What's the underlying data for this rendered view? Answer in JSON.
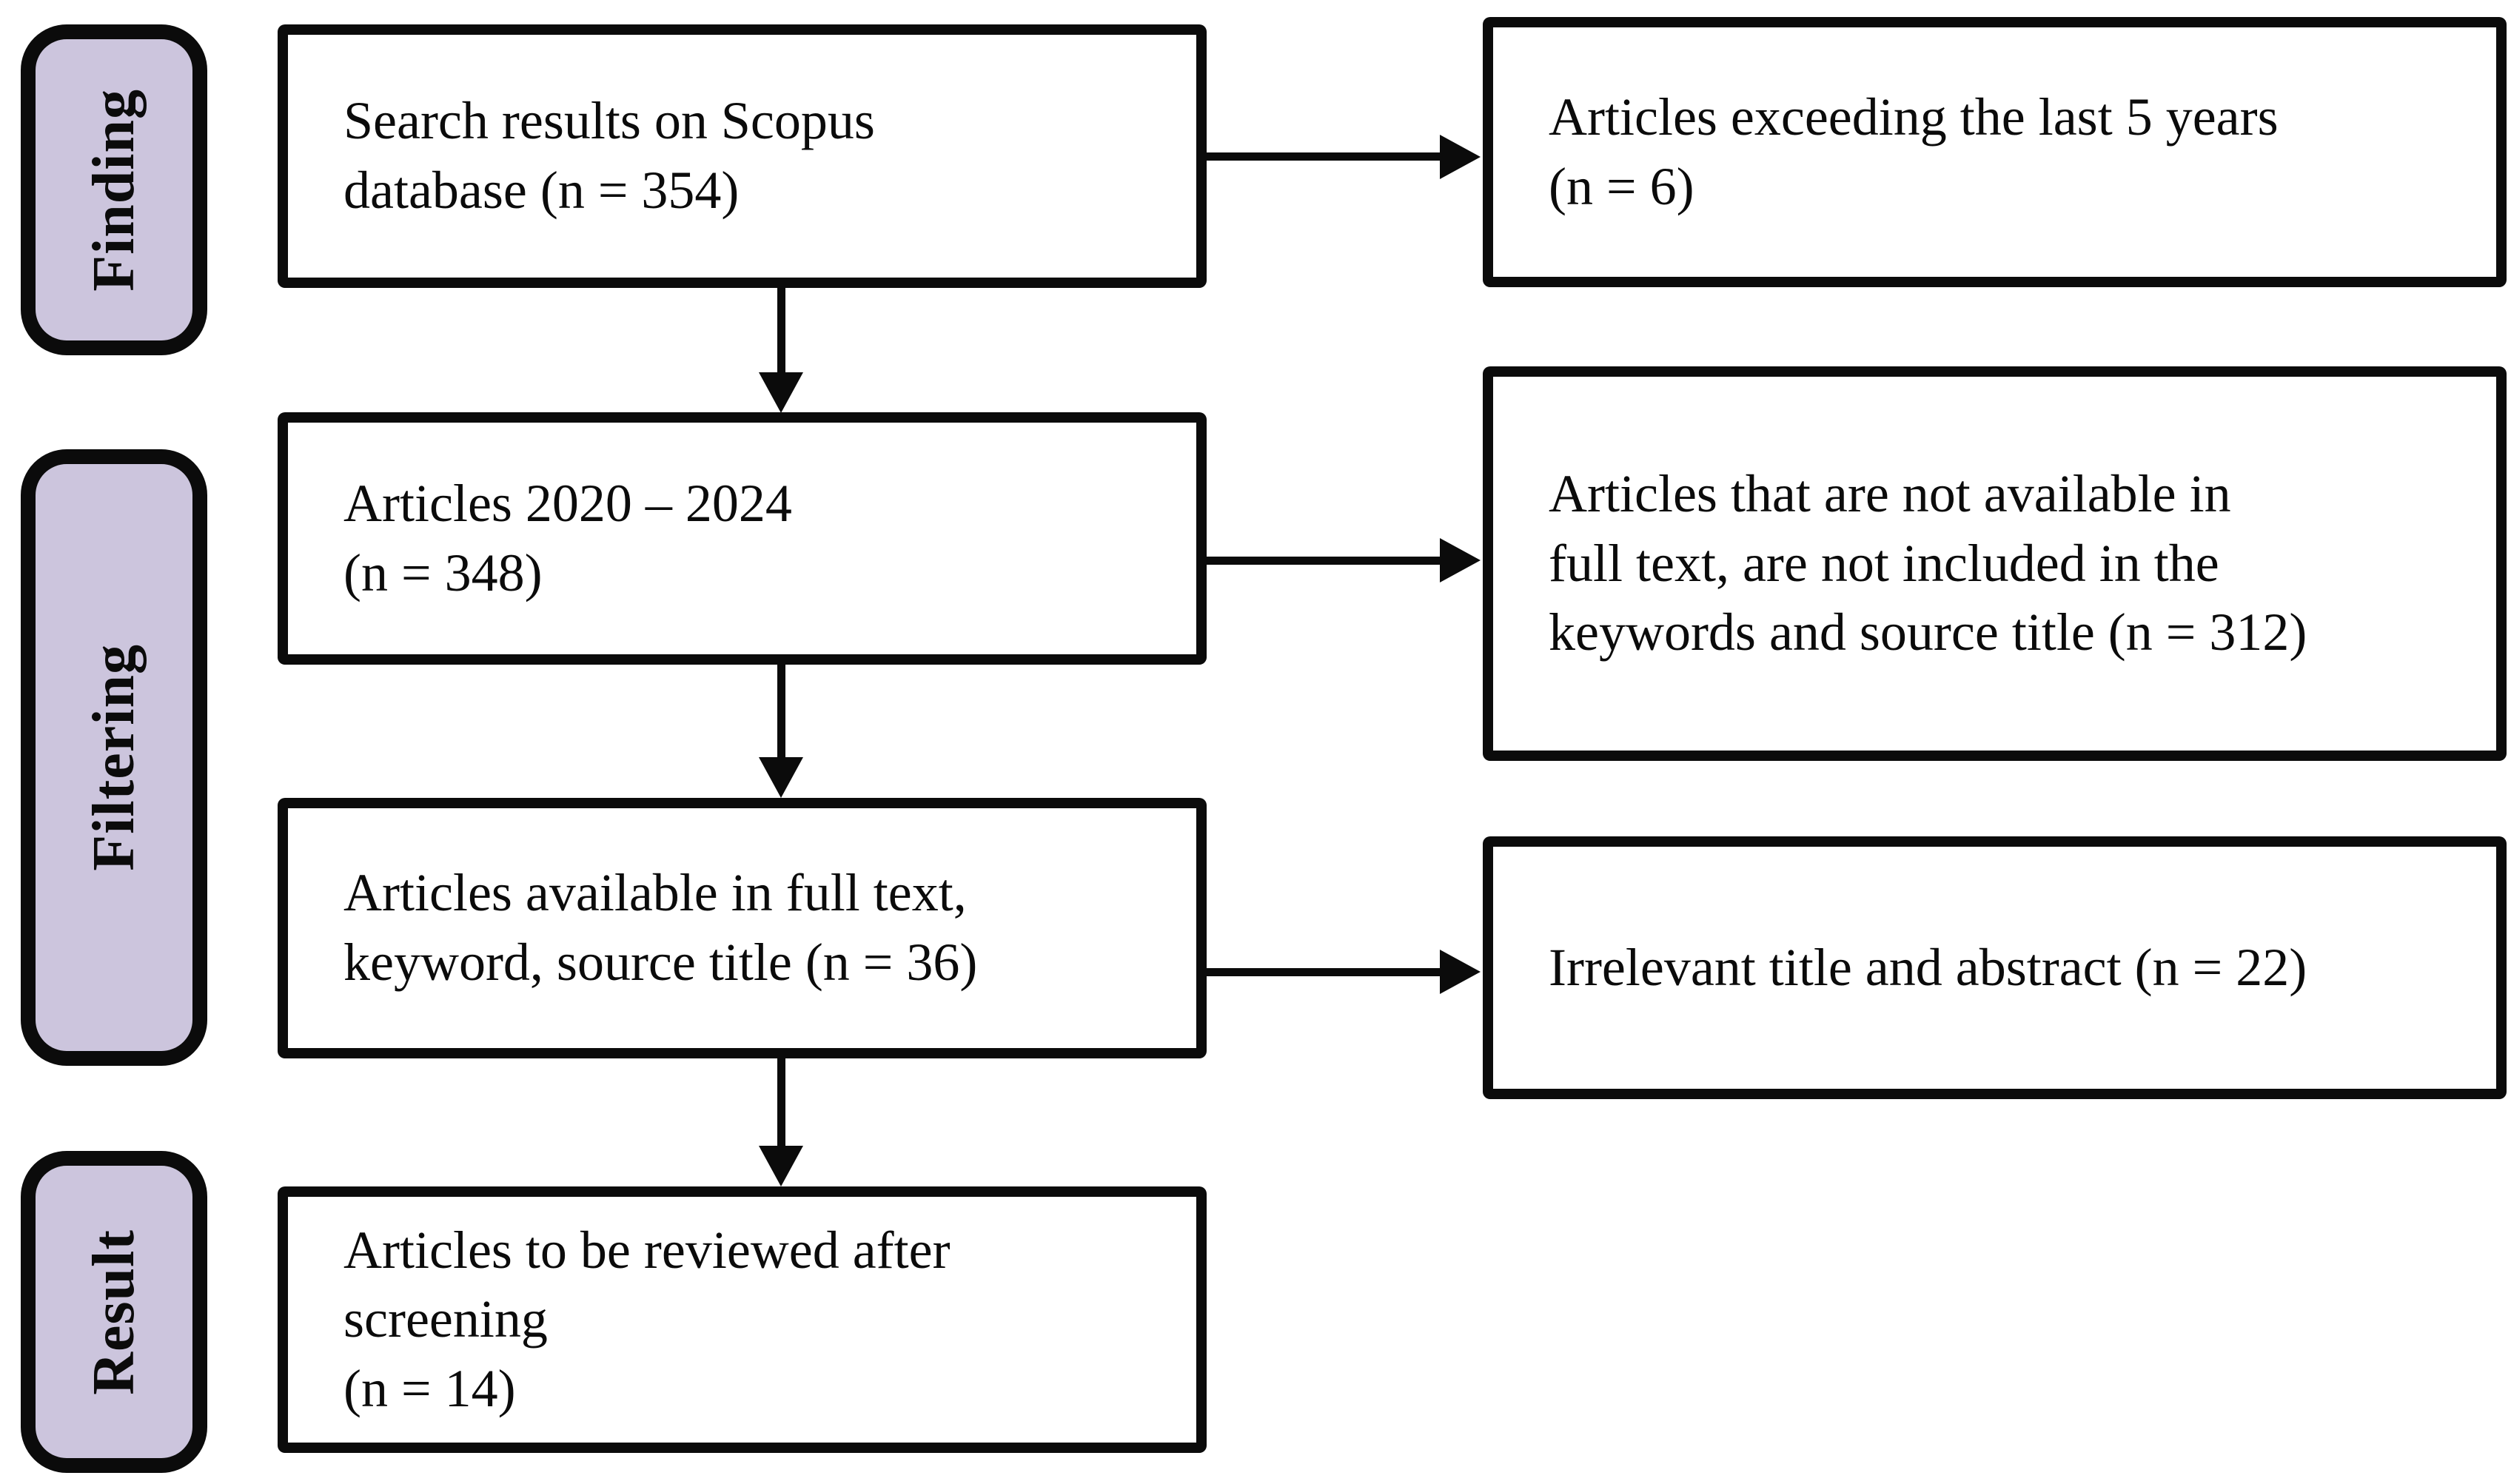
{
  "diagram": {
    "type": "flowchart",
    "colors": {
      "stage_fill": "#CCC5DD",
      "box_fill": "#FFFFFF",
      "outline": "#0B0B0B"
    },
    "stages": [
      {
        "label": "Finding"
      },
      {
        "label": "Filtering"
      },
      {
        "label": "Result"
      }
    ],
    "main_flow": [
      {
        "lines": [
          "Search results on Scopus",
          "database (n = 354)"
        ],
        "n": 354
      },
      {
        "lines": [
          "Articles 2020 – 2024",
          "(n = 348)"
        ],
        "n": 348
      },
      {
        "lines": [
          "Articles available in full text,",
          "keyword, source title (n = 36)"
        ],
        "n": 36
      },
      {
        "lines": [
          "Articles to be reviewed after",
          "screening",
          "(n = 14)"
        ],
        "n": 14
      }
    ],
    "excluded": [
      {
        "lines": [
          "Articles exceeding the last 5 years",
          "(n = 6)"
        ],
        "n": 6
      },
      {
        "lines": [
          "Articles that are not available in",
          "full text, are not included in the",
          "keywords and source title (n = 312)"
        ],
        "n": 312
      },
      {
        "lines": [
          "Irrelevant title and abstract (n = 22)"
        ],
        "n": 22
      }
    ]
  }
}
